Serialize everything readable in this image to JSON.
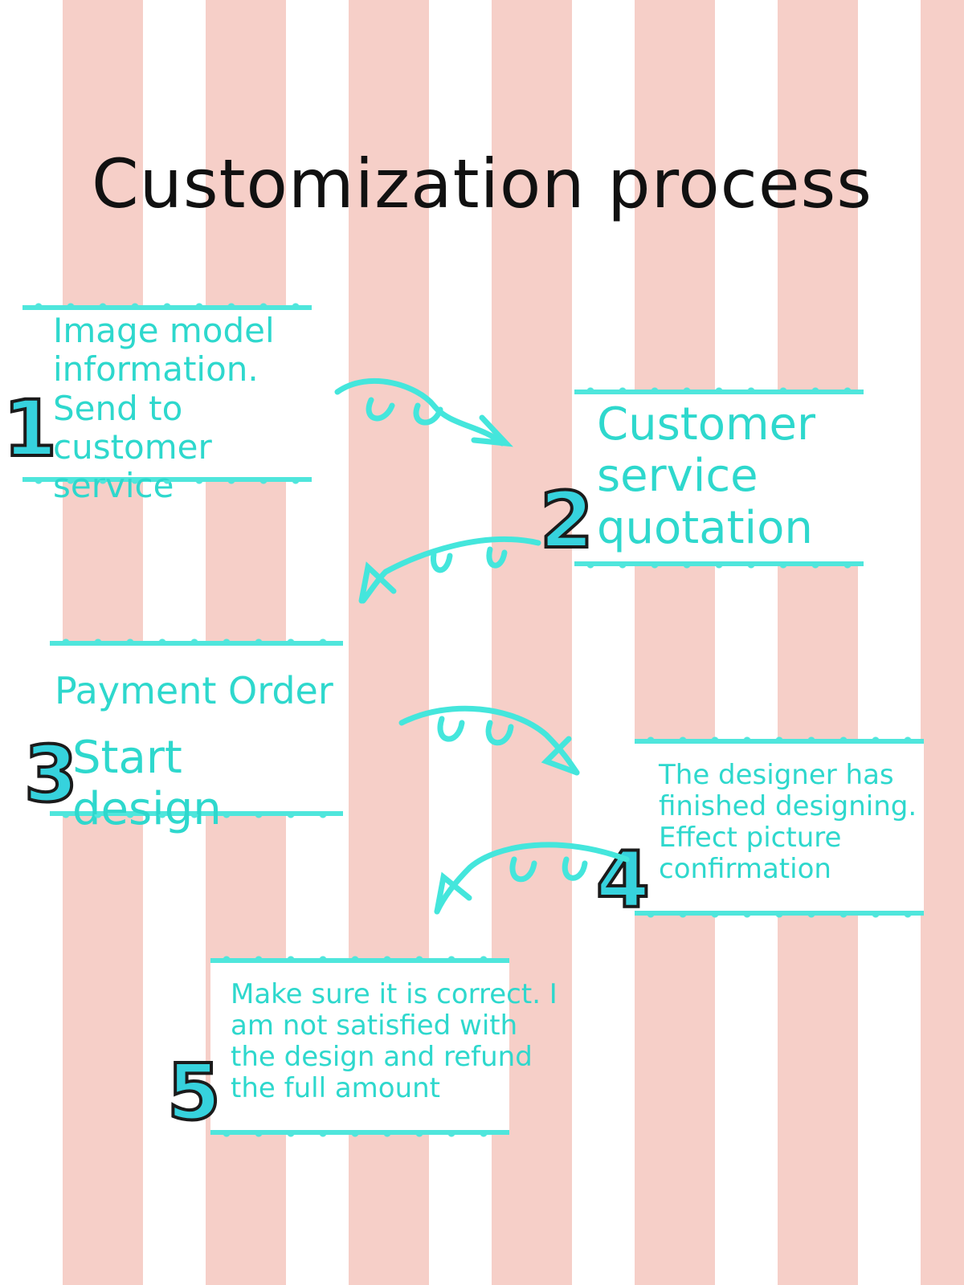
{
  "title": "Customization process",
  "steps": [
    {
      "number": "1",
      "text": "Image model information. Send to customer service"
    },
    {
      "number": "2",
      "text": "Customer service quotation"
    },
    {
      "number": "3",
      "line1": "Payment Order",
      "line2": "Start design"
    },
    {
      "number": "4",
      "text": "The designer has finished designing. Effect picture confirmation"
    },
    {
      "number": "5",
      "text": "Make sure it is correct. I am not satisfied with the design and refund the full amount"
    }
  ],
  "colors": {
    "accent": "#4fe6dc",
    "text_accent": "#2ed8cd",
    "stripe_pink": "#f6cfc8",
    "stripe_white": "#ffffff",
    "title": "#111111"
  },
  "icons": [
    "loop-arrow-icon",
    "vine-border-decoration"
  ]
}
